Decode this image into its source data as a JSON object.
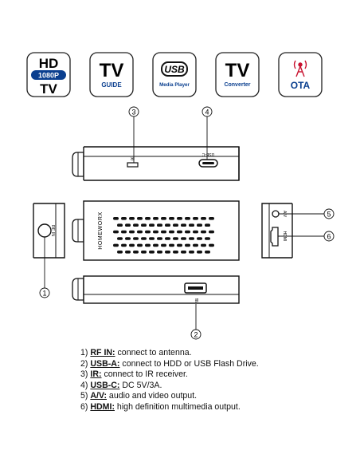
{
  "badges": [
    {
      "line1": "HD",
      "pill": "1080P",
      "line2": "TV"
    },
    {
      "line1": "TV",
      "line2": "GUIDE"
    },
    {
      "logo": "USB",
      "line2": "Media Player"
    },
    {
      "line1": "TV",
      "line2": "Converter"
    },
    {
      "icon": "antenna-icon",
      "line2": "OTA"
    }
  ],
  "device": {
    "brand": "HOMEWORX",
    "port_labels": {
      "rf_in": "RF IN",
      "ir": "IR",
      "usb_c": "USB-C",
      "av": "A/V",
      "hdmi": "HDMI"
    },
    "usb_symbol": "⭿"
  },
  "callouts": [
    "1",
    "2",
    "3",
    "4",
    "5",
    "6"
  ],
  "legend": [
    {
      "num": "1)",
      "term": "RF IN:",
      "desc": " connect to antenna."
    },
    {
      "num": "2)",
      "term": "USB-A:",
      "desc": " connect to HDD or USB Flash Drive."
    },
    {
      "num": "3)",
      "term": "IR:",
      "desc": " connect to IR receiver."
    },
    {
      "num": "4)",
      "term": "USB-C:",
      "desc": " DC 5V/3A."
    },
    {
      "num": "5)",
      "term": "A/V:",
      "desc": " audio and video output."
    },
    {
      "num": "6)",
      "term": "HDMI:",
      "desc": " high definition multimedia output."
    }
  ]
}
